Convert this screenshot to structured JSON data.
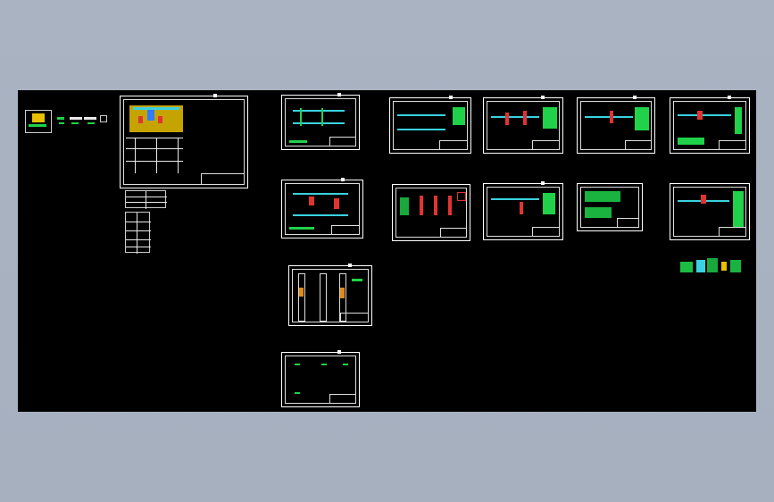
{
  "viewport": {
    "background": "#000000",
    "app_background": "#aab3c2",
    "accent_green": "#1fd24a",
    "accent_yellow": "#e8c000",
    "accent_cyan": "#3ad2e0"
  },
  "sheets": [
    "drawing-small-legend",
    "drawing-plan-main",
    "drawing-table-a",
    "drawing-table-b",
    "drawing-col-1-row-1",
    "drawing-col-1-row-2",
    "drawing-col-1-row-3",
    "drawing-col-1-row-4",
    "drawing-col-2-row-1",
    "drawing-col-3-row-1",
    "drawing-col-4-row-1",
    "drawing-col-5-row-1",
    "drawing-col-2-row-2",
    "drawing-col-3-row-2",
    "drawing-col-4-row-2",
    "drawing-col-5-row-2",
    "drawing-col-5-row-3"
  ]
}
